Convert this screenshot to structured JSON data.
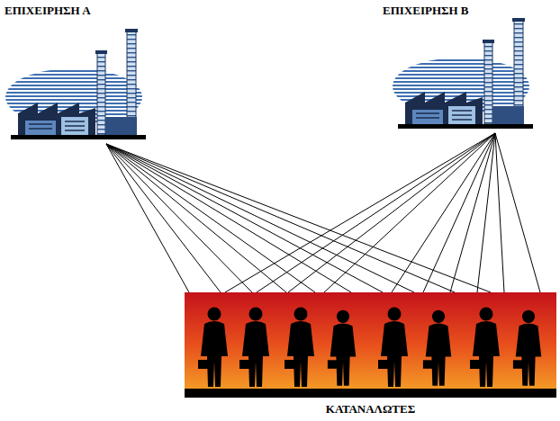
{
  "diagram": {
    "nodes": [
      {
        "text": [
          "ΕΠΙΧΕΙΡΗΣΗ Α"
        ]
      },
      {
        "text": [
          "ΕΠΙΧΕΙΡΗΣΗ Β"
        ]
      },
      {
        "text": [
          "ΚΑΤΑΝΑΛΩΤΕΣ"
        ]
      }
    ],
    "edges": [
      {
        "from": 0,
        "to": 2,
        "arrow": "none"
      },
      {
        "from": 0,
        "to": 2,
        "arrow": "none"
      },
      {
        "from": 0,
        "to": 2,
        "arrow": "none"
      },
      {
        "from": 0,
        "to": 2,
        "arrow": "none"
      },
      {
        "from": 0,
        "to": 2,
        "arrow": "none"
      },
      {
        "from": 0,
        "to": 2,
        "arrow": "none"
      },
      {
        "from": 0,
        "to": 2,
        "arrow": "none"
      },
      {
        "from": 0,
        "to": 2,
        "arrow": "none"
      },
      {
        "from": 0,
        "to": 2,
        "arrow": "none"
      },
      {
        "from": 0,
        "to": 2,
        "arrow": "none"
      },
      {
        "from": 1,
        "to": 2,
        "arrow": "none"
      },
      {
        "from": 1,
        "to": 2,
        "arrow": "none"
      },
      {
        "from": 1,
        "to": 2,
        "arrow": "none"
      },
      {
        "from": 1,
        "to": 2,
        "arrow": "none"
      },
      {
        "from": 1,
        "to": 2,
        "arrow": "none"
      },
      {
        "from": 1,
        "to": 2,
        "arrow": "none"
      },
      {
        "from": 1,
        "to": 2,
        "arrow": "none"
      },
      {
        "from": 1,
        "to": 2,
        "arrow": "none"
      },
      {
        "from": 1,
        "to": 2,
        "arrow": "none"
      },
      {
        "from": 1,
        "to": 2,
        "arrow": "none"
      }
    ]
  }
}
